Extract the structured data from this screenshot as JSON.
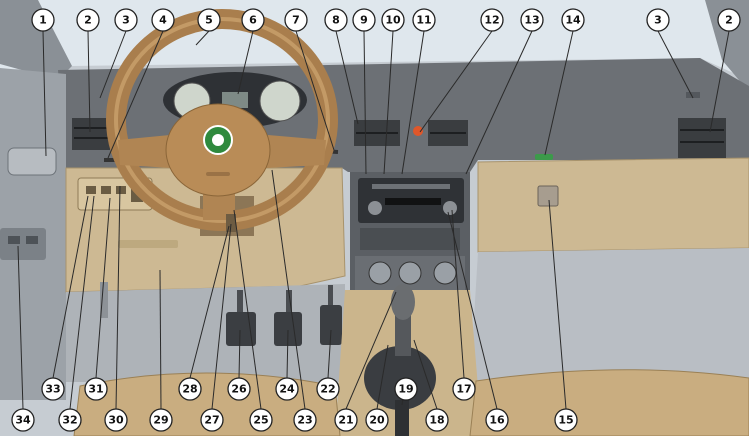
{
  "callouts": [
    "1",
    "2",
    "3",
    "4",
    "5",
    "6",
    "7",
    "8",
    "9",
    "10",
    "11",
    "12",
    "13",
    "14",
    "3",
    "2",
    "33",
    "31",
    "28",
    "26",
    "24",
    "22",
    "19",
    "17",
    "34",
    "32",
    "30",
    "29",
    "27",
    "25",
    "23",
    "21",
    "20",
    "18",
    "16",
    "15"
  ]
}
